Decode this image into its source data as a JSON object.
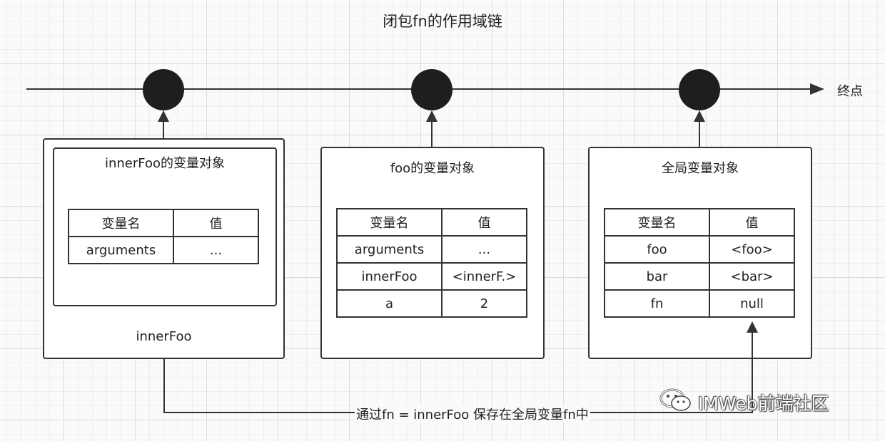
{
  "title": "闭包fn的作用域链",
  "endpoint_label": "终点",
  "boxes": [
    {
      "title": "innerFoo的变量对象",
      "footer": "innerFoo",
      "header": [
        "变量名",
        "值"
      ],
      "rows": [
        [
          "arguments",
          "..."
        ]
      ]
    },
    {
      "title": "foo的变量对象",
      "header": [
        "变量名",
        "值"
      ],
      "rows": [
        [
          "arguments",
          "..."
        ],
        [
          "innerFoo",
          "<innerF.>"
        ],
        [
          "a",
          "2"
        ]
      ]
    },
    {
      "title": "全局变量对象",
      "header": [
        "变量名",
        "值"
      ],
      "rows": [
        [
          "foo",
          "<foo>"
        ],
        [
          "bar",
          "<bar>"
        ],
        [
          "fn",
          "null"
        ]
      ]
    }
  ],
  "connector_label": "通过fn = innerFoo 保存在全局变量fn中",
  "watermark": "IMWeb前端社区"
}
